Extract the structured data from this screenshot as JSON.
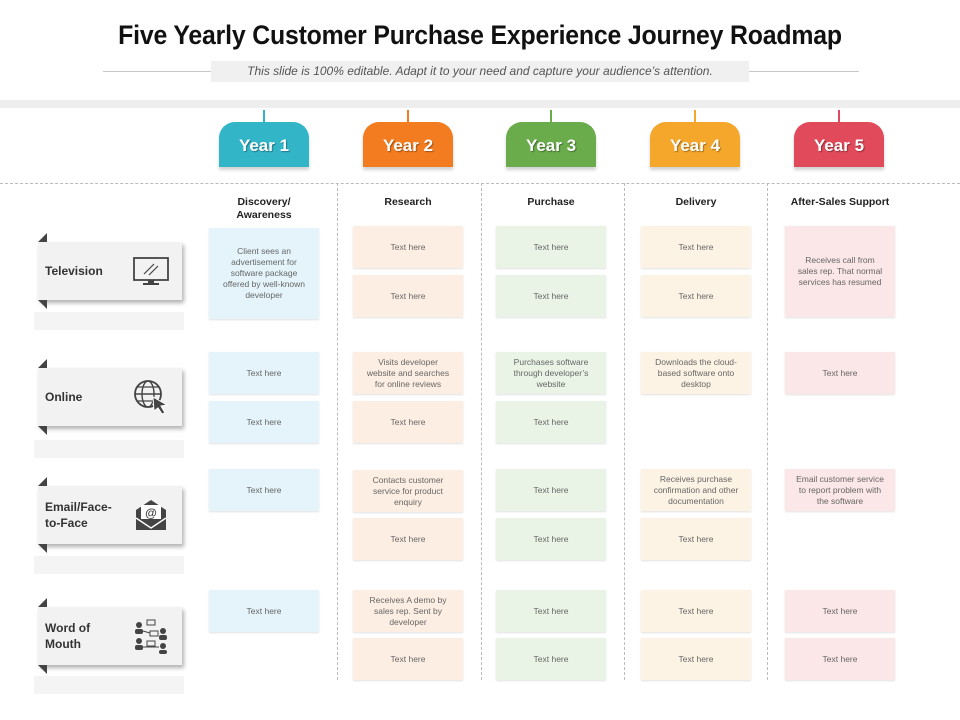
{
  "header": {
    "title": "Five Yearly Customer Purchase Experience Journey Roadmap",
    "subtitle": "This slide is 100% editable. Adapt it to your need and capture your audience’s attention."
  },
  "colors": {
    "year1": "#33b5c8",
    "year2": "#f47c20",
    "year3": "#6aab4b",
    "year4": "#f4a72a",
    "year5": "#e04a5b"
  },
  "years": [
    {
      "label": "Year 1",
      "stage": "Discovery/ Awareness"
    },
    {
      "label": "Year 2",
      "stage": "Research"
    },
    {
      "label": "Year 3",
      "stage": "Purchase"
    },
    {
      "label": "Year 4",
      "stage": "Delivery"
    },
    {
      "label": "Year 5",
      "stage": "After-Sales Support"
    }
  ],
  "channels": [
    {
      "label": "Television",
      "icon": "monitor-icon"
    },
    {
      "label": "Online",
      "icon": "globe-cursor-icon"
    },
    {
      "label": "Email/Face-to-Face",
      "icon": "email-icon"
    },
    {
      "label": "Word of Mouth",
      "icon": "people-network-icon"
    }
  ],
  "cells": {
    "y1": [
      "Client sees an advertisement for software package offered by well-known developer",
      "Text here",
      "Text here",
      "Text here",
      "Text here"
    ],
    "y2": [
      "Text here",
      "Text here",
      "Visits developer website and searches for online reviews",
      "Text here",
      "Contacts customer service for product enquiry",
      "Text here",
      "Receives A demo by sales rep. Sent by developer",
      "Text here"
    ],
    "y3": [
      "Text here",
      "Text here",
      "Purchases software through developer’s website",
      "Text here",
      "Text here",
      "Text here",
      "Text here",
      "Text here"
    ],
    "y4": [
      "Text here",
      "Text here",
      "Downloads the cloud-based software onto desktop",
      "Receives purchase confirmation and other documentation",
      "Text here",
      "Text here",
      "Text here"
    ],
    "y5": [
      "Receives call from sales rep. That normal services has resumed",
      "Text here",
      "Email customer service to report problem with the software",
      "Text here",
      "Text here"
    ]
  }
}
